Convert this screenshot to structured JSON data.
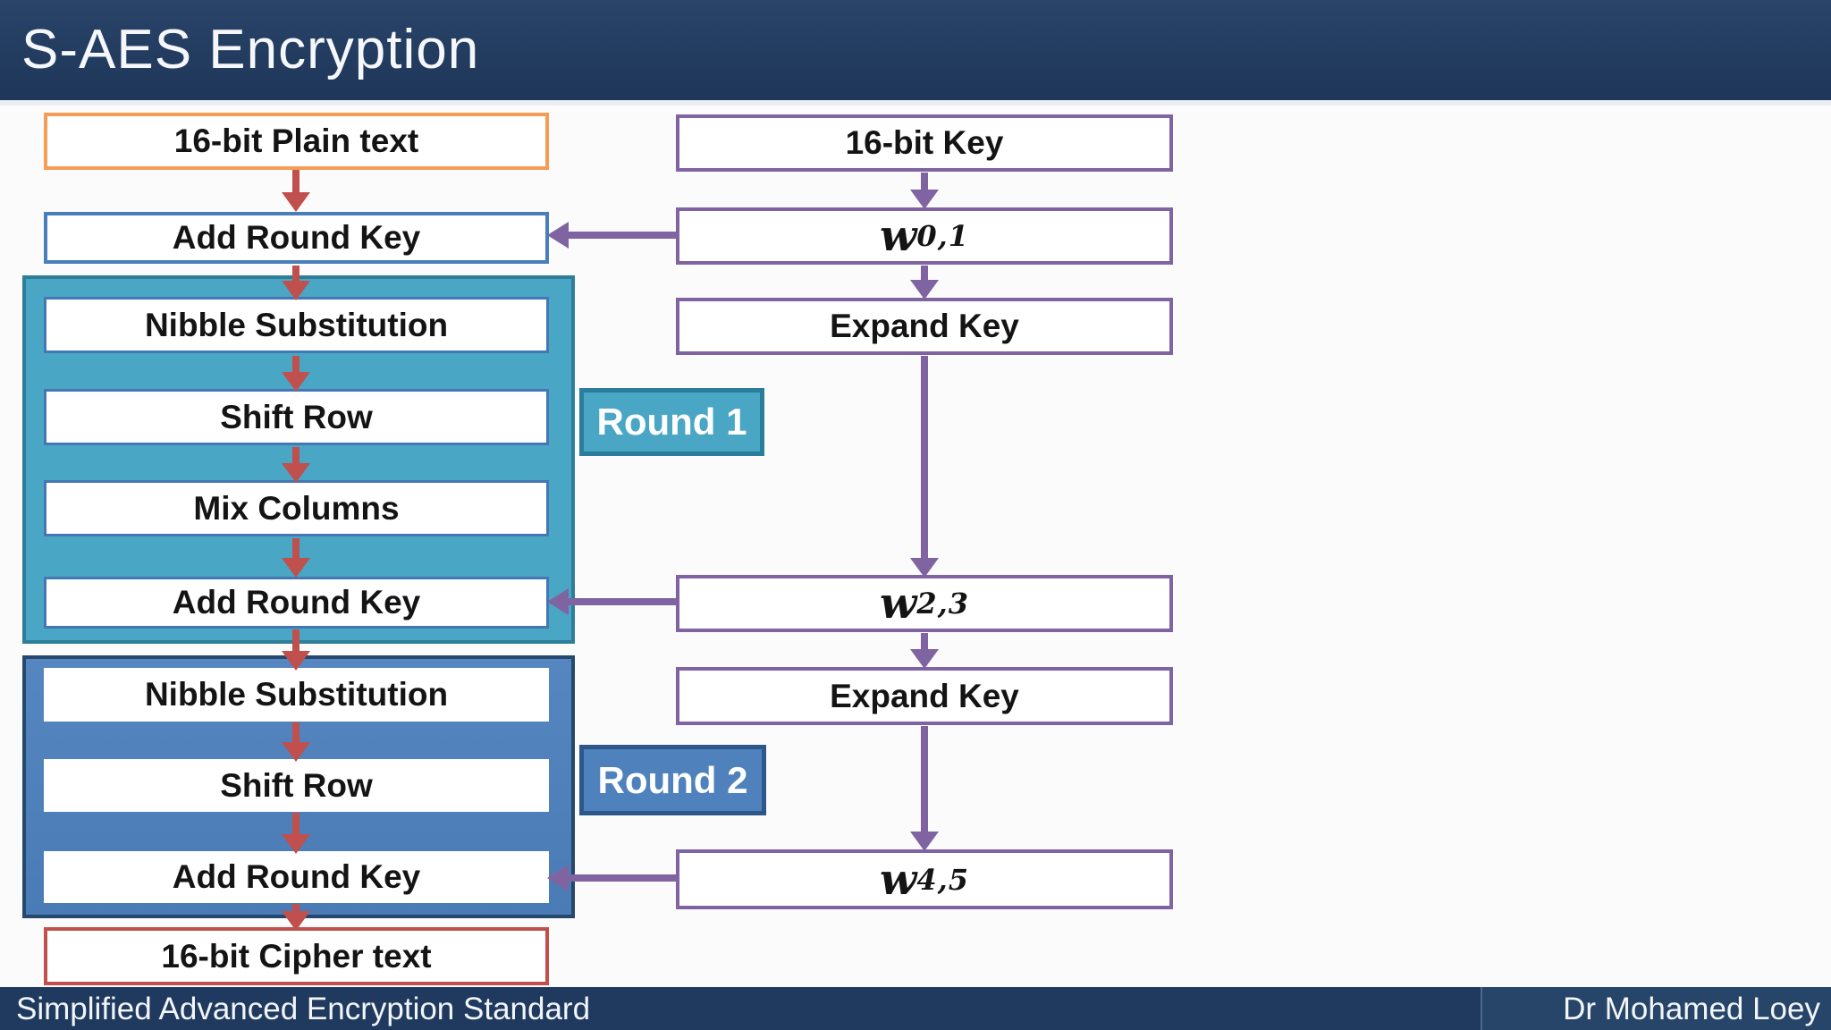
{
  "slide": {
    "title": "S-AES Encryption",
    "footer_left": "Simplified Advanced Encryption Standard",
    "footer_right": "Dr Mohamed Loey"
  },
  "encryption_flow": {
    "plain_text": "16-bit Plain text",
    "add_round_key_initial": "Add Round Key",
    "round1": {
      "label": "Round 1",
      "steps": [
        "Nibble Substitution",
        "Shift Row",
        "Mix Columns",
        "Add Round Key"
      ]
    },
    "round2": {
      "label": "Round 2",
      "steps": [
        "Nibble Substitution",
        "Shift Row",
        "Add Round Key"
      ]
    },
    "cipher_text": "16-bit Cipher text"
  },
  "key_schedule": {
    "key": "16-bit Key",
    "w01": {
      "base": "w",
      "sub": "0,1"
    },
    "expand_key_1": "Expand Key",
    "w23": {
      "base": "w",
      "sub": "2,3"
    },
    "expand_key_2": "Expand Key",
    "w45": {
      "base": "w",
      "sub": "4,5"
    }
  },
  "colors": {
    "header_navy": "#1F3A5E",
    "background": "#FBFBFC",
    "orange_border": "#F59C55",
    "blue_border": "#4A7EBB",
    "round1_teal_fill": "#49A6C5",
    "round1_teal_border": "#2E7D99",
    "round2_blue_fill": "#4F81BD",
    "round2_blue_border": "#24486E",
    "purple_arrow": "#8064A2",
    "red_arrow": "#C0504D",
    "cipher_red_border": "#C0504D"
  }
}
